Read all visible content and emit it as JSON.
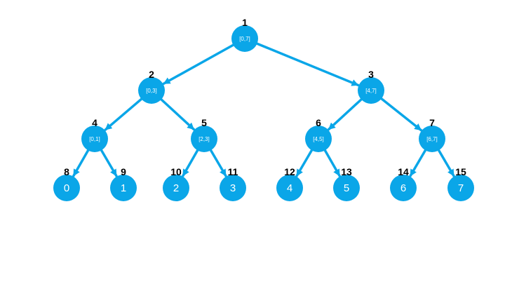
{
  "colors": {
    "node": "#0aa6e8",
    "edge": "#0aa6e8",
    "index_text": "#000000",
    "node_text": "#ffffff"
  },
  "tree": {
    "nodes": [
      {
        "id": 1,
        "index": "1",
        "label": "[0,7]",
        "type": "internal"
      },
      {
        "id": 2,
        "index": "2",
        "label": "[0,3]",
        "type": "internal"
      },
      {
        "id": 3,
        "index": "3",
        "label": "[4,7]",
        "type": "internal"
      },
      {
        "id": 4,
        "index": "4",
        "label": "[0,1]",
        "type": "internal"
      },
      {
        "id": 5,
        "index": "5",
        "label": "[2,3]",
        "type": "internal"
      },
      {
        "id": 6,
        "index": "6",
        "label": "[4,5]",
        "type": "internal"
      },
      {
        "id": 7,
        "index": "7",
        "label": "[6,7]",
        "type": "internal"
      },
      {
        "id": 8,
        "index": "8",
        "label": "0",
        "type": "leaf"
      },
      {
        "id": 9,
        "index": "9",
        "label": "1",
        "type": "leaf"
      },
      {
        "id": 10,
        "index": "10",
        "label": "2",
        "type": "leaf"
      },
      {
        "id": 11,
        "index": "11",
        "label": "3",
        "type": "leaf"
      },
      {
        "id": 12,
        "index": "12",
        "label": "4",
        "type": "leaf"
      },
      {
        "id": 13,
        "index": "13",
        "label": "5",
        "type": "leaf"
      },
      {
        "id": 14,
        "index": "14",
        "label": "6",
        "type": "leaf"
      },
      {
        "id": 15,
        "index": "15",
        "label": "7",
        "type": "leaf"
      }
    ],
    "edges": [
      [
        1,
        2
      ],
      [
        1,
        3
      ],
      [
        2,
        4
      ],
      [
        2,
        5
      ],
      [
        3,
        6
      ],
      [
        3,
        7
      ],
      [
        4,
        8
      ],
      [
        4,
        9
      ],
      [
        5,
        10
      ],
      [
        5,
        11
      ],
      [
        6,
        12
      ],
      [
        6,
        13
      ],
      [
        7,
        14
      ],
      [
        7,
        15
      ]
    ]
  }
}
